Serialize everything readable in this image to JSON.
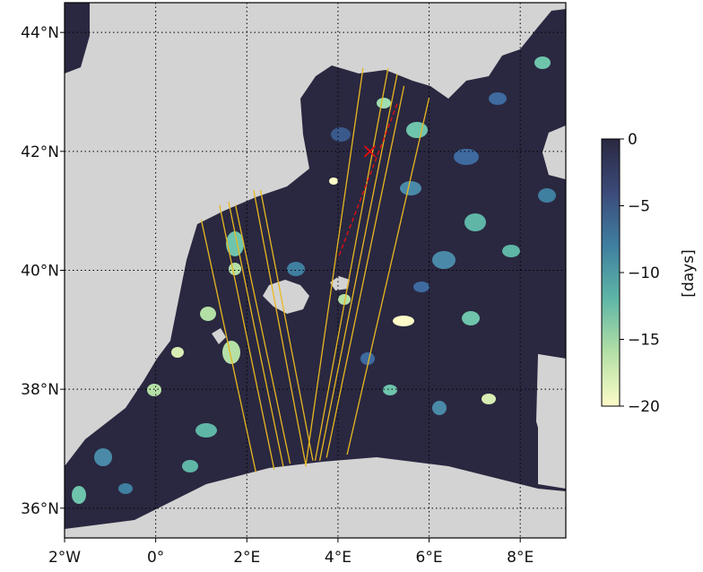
{
  "map": {
    "lon_range": [
      -2,
      9
    ],
    "lat_range": [
      35.5,
      44.5
    ],
    "colors": {
      "land": "#d3d3d3",
      "sea_base": "#2a2840",
      "track_lines": "#e8b820",
      "highlight": "#e01010",
      "grid": "#000000"
    },
    "x_ticks": [
      {
        "value": -2,
        "label": "2°W"
      },
      {
        "value": 0,
        "label": "0°"
      },
      {
        "value": 2,
        "label": "2°E"
      },
      {
        "value": 4,
        "label": "4°E"
      },
      {
        "value": 6,
        "label": "6°E"
      },
      {
        "value": 8,
        "label": "8°E"
      }
    ],
    "y_ticks": [
      {
        "value": 44,
        "label": "44°N"
      },
      {
        "value": 42,
        "label": "42°N"
      },
      {
        "value": 40,
        "label": "40°N"
      },
      {
        "value": 38,
        "label": "38°N"
      },
      {
        "value": 36,
        "label": "36°N"
      }
    ],
    "tracks": [
      [
        [
          1.0,
          40.85
        ],
        [
          2.2,
          36.6
        ]
      ],
      [
        [
          1.4,
          41.1
        ],
        [
          2.6,
          36.65
        ]
      ],
      [
        [
          1.6,
          41.15
        ],
        [
          2.8,
          36.7
        ]
      ],
      [
        [
          1.75,
          41.1
        ],
        [
          2.95,
          36.75
        ]
      ],
      [
        [
          2.15,
          41.35
        ],
        [
          3.3,
          36.7
        ]
      ],
      [
        [
          2.3,
          41.35
        ],
        [
          3.45,
          36.8
        ]
      ],
      [
        [
          4.55,
          43.4
        ],
        [
          3.3,
          36.75
        ]
      ],
      [
        [
          5.1,
          43.4
        ],
        [
          3.5,
          36.8
        ]
      ],
      [
        [
          5.3,
          43.3
        ],
        [
          3.6,
          36.8
        ]
      ],
      [
        [
          5.45,
          43.1
        ],
        [
          3.75,
          36.85
        ]
      ],
      [
        [
          6.0,
          42.9
        ],
        [
          4.2,
          36.9
        ]
      ]
    ],
    "highlight_track": [
      [
        5.3,
        42.8
      ],
      [
        4.0,
        40.2
      ]
    ],
    "highlight_marker": {
      "lon": 4.7,
      "lat": 42.0,
      "symbol": "x"
    }
  },
  "colorbar": {
    "label": "[days]",
    "range": [
      -20,
      0
    ],
    "ticks": [
      {
        "value": 0,
        "label": "0"
      },
      {
        "value": -5,
        "label": "−5"
      },
      {
        "value": -10,
        "label": "−10"
      },
      {
        "value": -15,
        "label": "−15"
      },
      {
        "value": -20,
        "label": "−20"
      }
    ],
    "gradient_stops": [
      "#2a2840",
      "#3b4a7a",
      "#3f7fa0",
      "#5fb6a6",
      "#b4e0a6",
      "#fdfcc8"
    ]
  }
}
